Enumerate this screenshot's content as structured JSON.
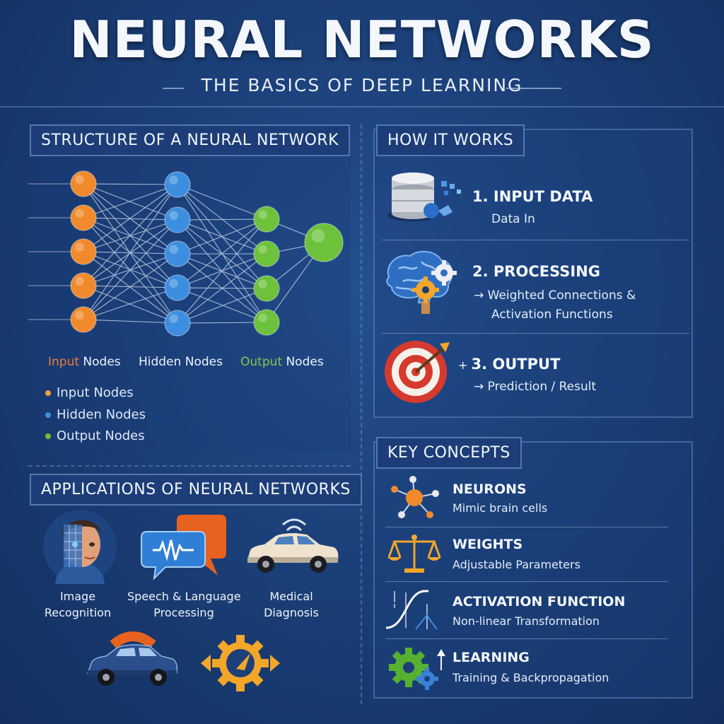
{
  "header": {
    "title": "NEURAL NETWORKS",
    "subtitle": "THE BASICS OF DEEP LEARNING"
  },
  "structure": {
    "label": "STRUCTURE OF A NEURAL NETWORK",
    "layer_labels": [
      {
        "first": "Input",
        "rest": " Nodes"
      },
      {
        "first": "Hidden",
        "rest": " Nodes"
      },
      {
        "first": "Output",
        "rest": " Nodes"
      }
    ],
    "legend": [
      "Input Nodes",
      "Hidden Nodes",
      "Output Nodes"
    ],
    "colors": {
      "input": "#f08a2c",
      "hidden": "#3d8ee0",
      "output": "#6cc23a"
    }
  },
  "how": {
    "label": "HOW IT WORKS",
    "steps": [
      {
        "title": "1. INPUT DATA",
        "sub": [
          "Data In"
        ]
      },
      {
        "title": "2. PROCESSING",
        "sub": [
          "→ Weighted Connections &",
          "Activation Functions"
        ]
      },
      {
        "title": "3. OUTPUT",
        "sub": [
          "→ Prediction / Result"
        ]
      }
    ]
  },
  "applications": {
    "label": "APPLICATIONS OF NEURAL NETWORKS",
    "items": [
      {
        "line1": "Image",
        "line2": "Recognition"
      },
      {
        "line1": "Speech & Language",
        "line2": "Processing"
      },
      {
        "line1": "Medical",
        "line2": "Diagnosis"
      }
    ]
  },
  "concepts": {
    "label": "KEY CONCEPTS",
    "items": [
      {
        "title": "NEURONS",
        "sub": "Mimic brain cells"
      },
      {
        "title": "WEIGHTS",
        "sub": "Adjustable Parameters"
      },
      {
        "title": "ACTIVATION FUNCTION",
        "sub": "Non-linear Transformation"
      },
      {
        "title": "LEARNING",
        "sub": "Training & Backpropagation"
      }
    ]
  }
}
